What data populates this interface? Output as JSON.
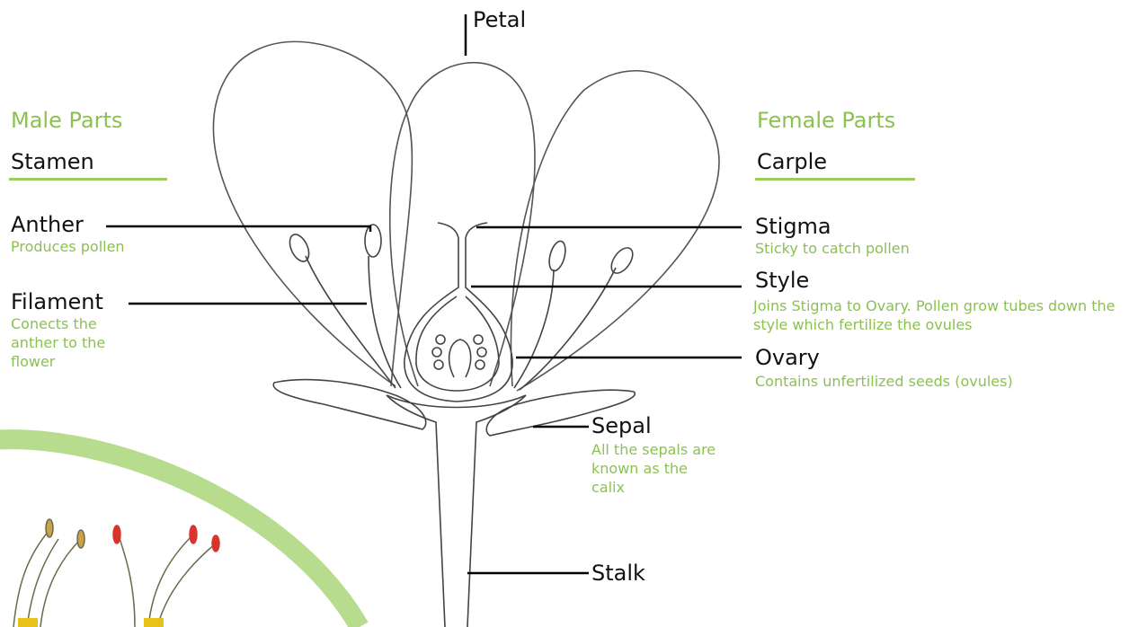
{
  "headings": {
    "male_parts": "Male Parts",
    "stamen": "Stamen",
    "female_parts": "Female Parts",
    "carple": "Carple"
  },
  "labels": {
    "petal": "Petal",
    "anther": "Anther",
    "anther_desc": "Produces pollen",
    "filament": "Filament",
    "filament_desc": "Conects the anther to the flower",
    "stigma": "Stigma",
    "stigma_desc": "Sticky to catch pollen",
    "style": "Style",
    "style_desc": "Joins Stigma to Ovary. Pollen grow tubes down the style which fertilize the ovules",
    "ovary": "Ovary",
    "ovary_desc": "Contains unfertilized seeds (ovules)",
    "sepal": "Sepal",
    "sepal_desc": "All the sepals are known as the calix",
    "stalk": "Stalk"
  },
  "colors": {
    "accent_green": "#8cc152",
    "line": "#000000",
    "stamen_tip_red": "#d9342b",
    "stamen_base_yellow": "#e8c21a"
  }
}
